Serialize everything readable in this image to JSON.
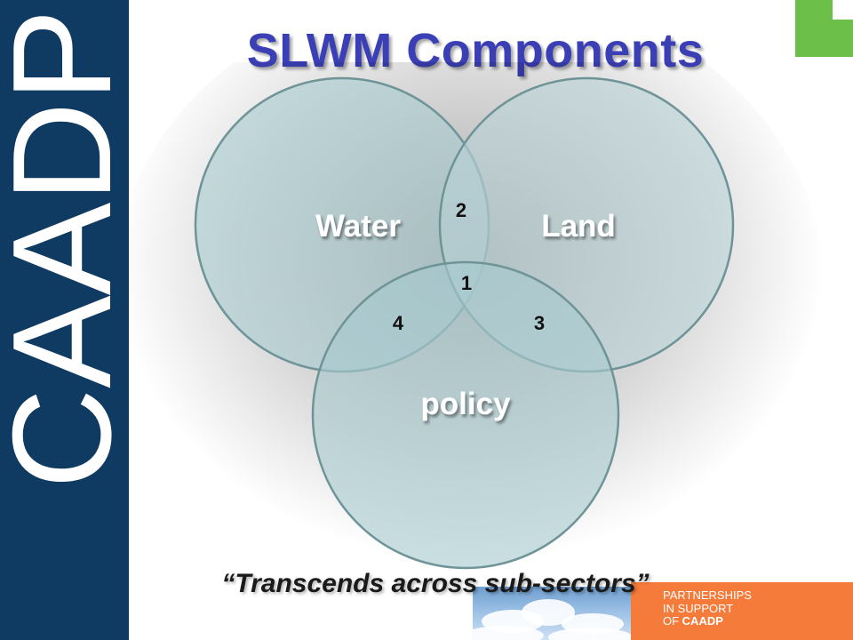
{
  "sidebar": {
    "logo_text": "CAADP",
    "color": "#0f3b63"
  },
  "corner_accent_color": "#6cc04a",
  "title": "SLWM Components",
  "venn": {
    "circles": [
      {
        "key": "water",
        "label": "Water"
      },
      {
        "key": "land",
        "label": "Land"
      },
      {
        "key": "policy",
        "label": "policy"
      }
    ],
    "regions": [
      "2",
      "1",
      "4",
      "3"
    ]
  },
  "tagline": "“Transcends across sub-sectors”",
  "partner": {
    "line1": "PARTNERSHIPS",
    "line2": "IN SUPPORT",
    "line3_prefix": "OF ",
    "line3_brand": "CAADP",
    "color": "#f47b3a"
  }
}
